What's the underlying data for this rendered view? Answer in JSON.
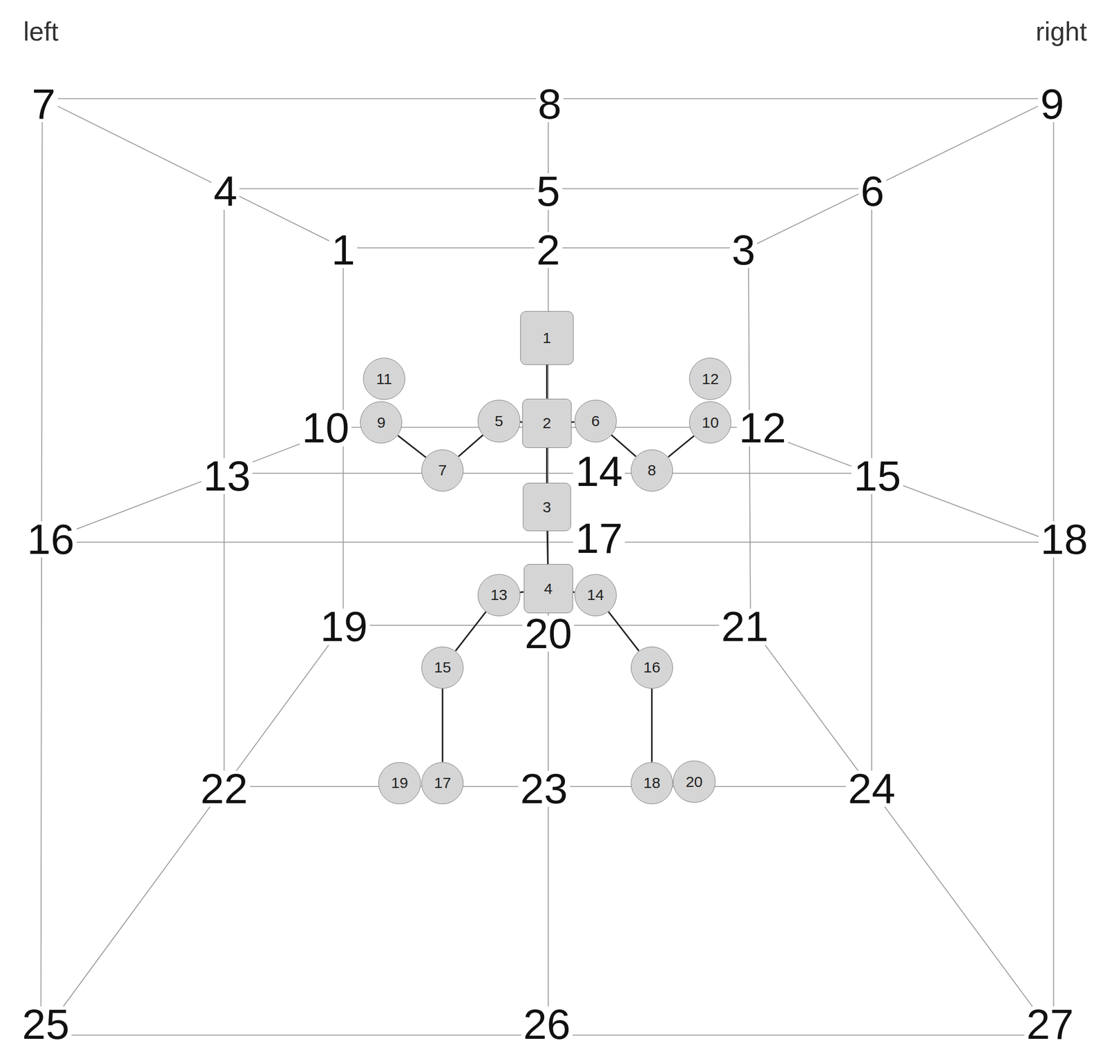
{
  "diagram": {
    "nodes": [
      {
        "text": [
          "1"
        ]
      },
      {
        "text": [
          "11"
        ]
      },
      {
        "text": [
          "12"
        ]
      },
      {
        "text": [
          "9"
        ]
      },
      {
        "text": [
          "5"
        ]
      },
      {
        "text": [
          "2"
        ]
      },
      {
        "text": [
          "6"
        ]
      },
      {
        "text": [
          "10"
        ]
      },
      {
        "text": [
          "7"
        ]
      },
      {
        "text": [
          "8"
        ]
      },
      {
        "text": [
          "3"
        ]
      },
      {
        "text": [
          "13"
        ]
      },
      {
        "text": [
          "4"
        ]
      },
      {
        "text": [
          "14"
        ]
      },
      {
        "text": [
          "15"
        ]
      },
      {
        "text": [
          "16"
        ]
      },
      {
        "text": [
          "19"
        ]
      },
      {
        "text": [
          "17"
        ]
      },
      {
        "text": [
          "18"
        ]
      },
      {
        "text": [
          "20"
        ]
      }
    ],
    "edges": [
      {
        "from": 0,
        "to": 5,
        "arrow": "none"
      },
      {
        "from": 5,
        "to": 10,
        "arrow": "none"
      },
      {
        "from": 10,
        "to": 12,
        "arrow": "none"
      },
      {
        "from": 5,
        "to": 4,
        "arrow": "none"
      },
      {
        "from": 4,
        "to": 8,
        "arrow": "none"
      },
      {
        "from": 8,
        "to": 3,
        "arrow": "none"
      },
      {
        "from": 5,
        "to": 6,
        "arrow": "none"
      },
      {
        "from": 6,
        "to": 9,
        "arrow": "none"
      },
      {
        "from": 9,
        "to": 7,
        "arrow": "none"
      },
      {
        "from": 12,
        "to": 11,
        "arrow": "none"
      },
      {
        "from": 11,
        "to": 14,
        "arrow": "none"
      },
      {
        "from": 14,
        "to": 17,
        "arrow": "none"
      },
      {
        "from": 12,
        "to": 13,
        "arrow": "none"
      },
      {
        "from": 13,
        "to": 15,
        "arrow": "none"
      },
      {
        "from": 15,
        "to": 18,
        "arrow": "none"
      }
    ],
    "labels": [
      "left",
      "right",
      "7",
      "8",
      "9",
      "4",
      "5",
      "6",
      "1",
      "2",
      "3",
      "10",
      "12",
      "13",
      "14",
      "15",
      "16",
      "17",
      "18",
      "19",
      "20",
      "21",
      "22",
      "23",
      "24",
      "25",
      "26",
      "27"
    ]
  }
}
